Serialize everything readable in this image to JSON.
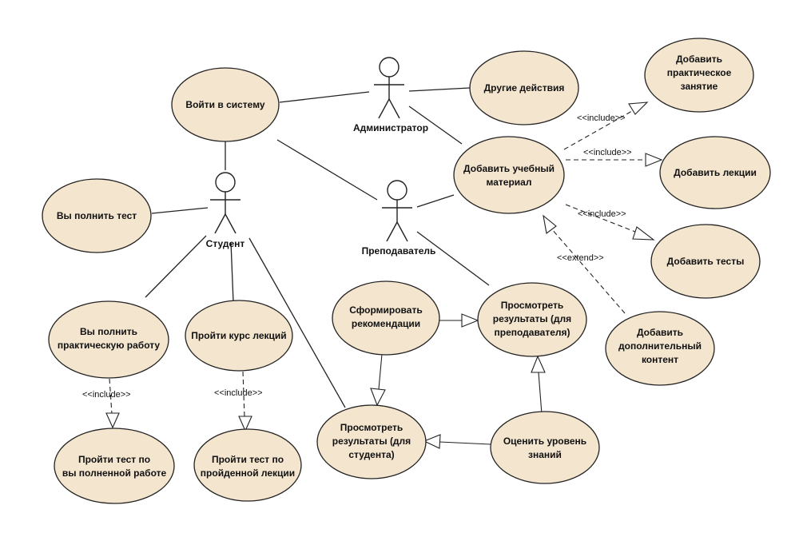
{
  "actors": [
    {
      "id": "admin",
      "label": "Администратор"
    },
    {
      "id": "student",
      "label": "Студент"
    },
    {
      "id": "teacher",
      "label": "Преподаватель"
    }
  ],
  "use_cases": [
    {
      "id": "login",
      "lines": [
        "Войти в систему"
      ]
    },
    {
      "id": "other",
      "lines": [
        "Другие действия"
      ]
    },
    {
      "id": "add_practice",
      "lines": [
        "Добавить",
        "практическое",
        "занятие"
      ]
    },
    {
      "id": "add_material",
      "lines": [
        "Добавить учебный",
        "материал"
      ]
    },
    {
      "id": "add_lectures",
      "lines": [
        "Добавить лекции"
      ]
    },
    {
      "id": "run_test",
      "lines": [
        "Вы полнить тест"
      ]
    },
    {
      "id": "add_tests",
      "lines": [
        "Добавить тесты"
      ]
    },
    {
      "id": "add_content",
      "lines": [
        "Добавить",
        "дополнительный",
        "контент"
      ]
    },
    {
      "id": "form_reco",
      "lines": [
        "Сформировать",
        "рекомендации"
      ]
    },
    {
      "id": "view_teacher",
      "lines": [
        "Просмотреть",
        "результаты (для",
        "преподавателя)"
      ]
    },
    {
      "id": "do_practice",
      "lines": [
        "Вы полнить",
        "практическую работу"
      ]
    },
    {
      "id": "lecture_course",
      "lines": [
        "Пройти курс лекций"
      ]
    },
    {
      "id": "view_student",
      "lines": [
        "Просмотреть",
        "результаты (для",
        "студента)"
      ]
    },
    {
      "id": "assess",
      "lines": [
        "Оценить уровень",
        "знаний"
      ]
    },
    {
      "id": "test_practice",
      "lines": [
        "Пройти тест по",
        "вы полненной работе"
      ]
    },
    {
      "id": "test_lecture",
      "lines": [
        "Пройти тест по",
        "пройденной лекции"
      ]
    }
  ],
  "relations": [
    {
      "id": "rel_practice",
      "label": "<<include>>"
    },
    {
      "id": "rel_lectures",
      "label": "<<include>>"
    },
    {
      "id": "rel_tests",
      "label": "<<include>>"
    },
    {
      "id": "rel_content",
      "label": "<<extend>>"
    },
    {
      "id": "rel_do_practice",
      "label": "<<include>>"
    },
    {
      "id": "rel_lecture_course",
      "label": "<<include>>"
    }
  ]
}
